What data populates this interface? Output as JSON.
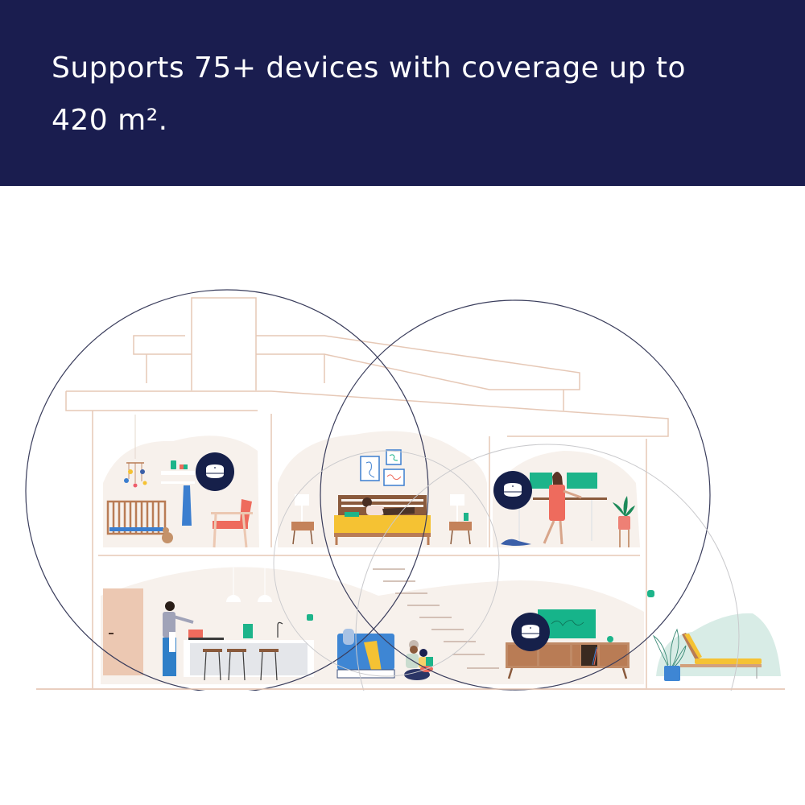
{
  "banner": {
    "headline_line1": "Supports 75+ devices with coverage up to",
    "headline_line2": "420 m².",
    "background_color": "#1a1d4f",
    "text_color": "#ffffff"
  },
  "illustration": {
    "description": "Cross-section of a two-storey house with three mesh Wi-Fi router nodes and overlapping coverage circles",
    "colors": {
      "house_outline": "#e6c8b6",
      "room_backdrop": "#f7f1ec",
      "coverage_circle_dark": "#3a3d5c",
      "coverage_circle_light": "#c9c9cc",
      "router_badge": "#16204a",
      "router_body": "#ffffff",
      "accent_green": "#1db48a",
      "accent_yellow": "#f5c233",
      "accent_blue": "#3b7ecf",
      "accent_coral": "#ee6b5d",
      "wood": "#b97c55",
      "patio_backdrop": "#d8ece6"
    },
    "router_nodes": [
      {
        "room": "nursery",
        "icon": "router-icon"
      },
      {
        "room": "office",
        "icon": "router-icon"
      },
      {
        "room": "living-room",
        "icon": "router-icon"
      }
    ],
    "rooms": [
      "nursery",
      "bedroom",
      "office",
      "kitchen",
      "living-room",
      "patio"
    ]
  }
}
